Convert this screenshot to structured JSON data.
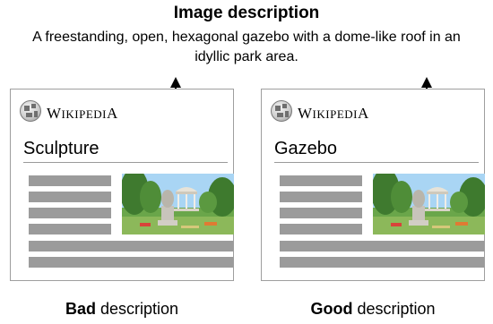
{
  "heading": "Image description",
  "description": "A freestanding, open, hexagonal gazebo with a dome-like roof in an idyllic park area.",
  "cards": [
    {
      "brand_first": "W",
      "brand_rest": "IKIPEDI",
      "brand_last": "A",
      "article_title": "Sculpture",
      "caption_strong": "Bad",
      "caption_rest": " description"
    },
    {
      "brand_first": "W",
      "brand_rest": "IKIPEDI",
      "brand_last": "A",
      "article_title": "Gazebo",
      "caption_strong": "Good",
      "caption_rest": " description"
    }
  ],
  "icons": [
    "wikipedia-globe-icon",
    "up-arrow-icon"
  ],
  "colors": {
    "text_bar": "#9b9b9b",
    "card_border": "#9e9e9e",
    "arrow": "#000000"
  }
}
